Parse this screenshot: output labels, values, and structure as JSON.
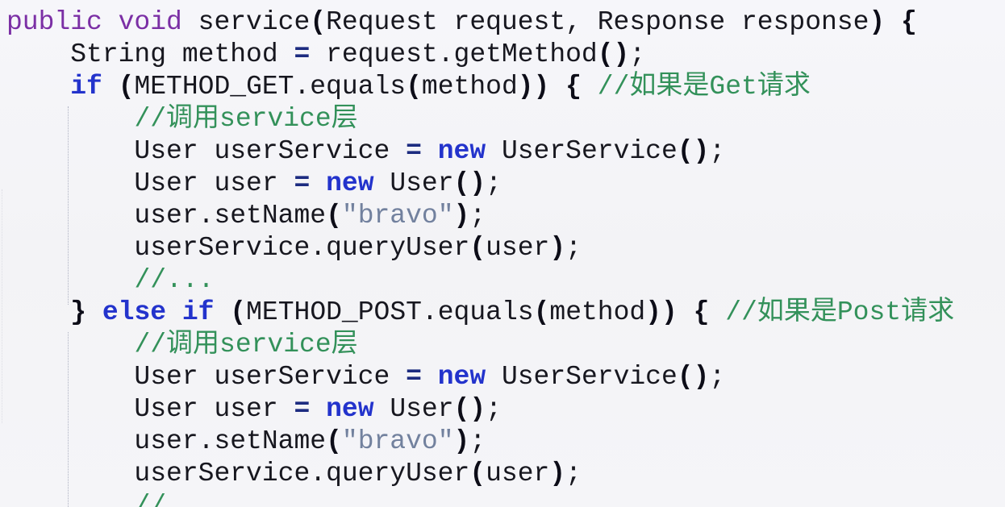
{
  "editor": {
    "language": "java",
    "background": "#f4f4f7",
    "colors": {
      "plain": "#17171f",
      "kw1": "#7b2fa5",
      "kw2": "#2333cc",
      "op": "#1c2b80",
      "brk": "#0d0d18",
      "str": "#72819e",
      "com": "#33915a"
    },
    "lines": [
      {
        "tokens": [
          {
            "t": "public void",
            "c": "kw1"
          },
          {
            "t": " service",
            "c": "plain"
          },
          {
            "t": "(",
            "c": "brk"
          },
          {
            "t": "Request request, Response response",
            "c": "plain"
          },
          {
            "t": ")",
            "c": "brk"
          },
          {
            "t": " ",
            "c": "plain"
          },
          {
            "t": "{",
            "c": "brk"
          }
        ]
      },
      {
        "tokens": [
          {
            "t": "    String method ",
            "c": "plain"
          },
          {
            "t": "=",
            "c": "op"
          },
          {
            "t": " request.getMethod",
            "c": "plain"
          },
          {
            "t": "()",
            "c": "brk"
          },
          {
            "t": ";",
            "c": "plain"
          }
        ]
      },
      {
        "tokens": [
          {
            "t": "    ",
            "c": "plain"
          },
          {
            "t": "if",
            "c": "kw2"
          },
          {
            "t": " ",
            "c": "plain"
          },
          {
            "t": "(",
            "c": "brk"
          },
          {
            "t": "METHOD_GET.equals",
            "c": "plain"
          },
          {
            "t": "(",
            "c": "brk"
          },
          {
            "t": "method",
            "c": "plain"
          },
          {
            "t": "))",
            "c": "brk"
          },
          {
            "t": " ",
            "c": "plain"
          },
          {
            "t": "{",
            "c": "brk"
          },
          {
            "t": " ",
            "c": "plain"
          },
          {
            "t": "//如果是Get请求",
            "c": "com"
          }
        ]
      },
      {
        "tokens": [
          {
            "t": "        ",
            "c": "plain"
          },
          {
            "t": "//调用service层",
            "c": "com"
          }
        ]
      },
      {
        "tokens": [
          {
            "t": "        User userService ",
            "c": "plain"
          },
          {
            "t": "=",
            "c": "op"
          },
          {
            "t": " ",
            "c": "plain"
          },
          {
            "t": "new",
            "c": "kw2"
          },
          {
            "t": " UserService",
            "c": "plain"
          },
          {
            "t": "()",
            "c": "brk"
          },
          {
            "t": ";",
            "c": "plain"
          }
        ]
      },
      {
        "tokens": [
          {
            "t": "        User user ",
            "c": "plain"
          },
          {
            "t": "=",
            "c": "op"
          },
          {
            "t": " ",
            "c": "plain"
          },
          {
            "t": "new",
            "c": "kw2"
          },
          {
            "t": " User",
            "c": "plain"
          },
          {
            "t": "()",
            "c": "brk"
          },
          {
            "t": ";",
            "c": "plain"
          }
        ]
      },
      {
        "tokens": [
          {
            "t": "        user.setName",
            "c": "plain"
          },
          {
            "t": "(",
            "c": "brk"
          },
          {
            "t": "\"bravo\"",
            "c": "str"
          },
          {
            "t": ")",
            "c": "brk"
          },
          {
            "t": ";",
            "c": "plain"
          }
        ]
      },
      {
        "tokens": [
          {
            "t": "        userService.queryUser",
            "c": "plain"
          },
          {
            "t": "(",
            "c": "brk"
          },
          {
            "t": "user",
            "c": "plain"
          },
          {
            "t": ")",
            "c": "brk"
          },
          {
            "t": ";",
            "c": "plain"
          }
        ]
      },
      {
        "tokens": [
          {
            "t": "        ",
            "c": "plain"
          },
          {
            "t": "//...",
            "c": "com"
          }
        ]
      },
      {
        "tokens": [
          {
            "t": "    ",
            "c": "plain"
          },
          {
            "t": "}",
            "c": "brk"
          },
          {
            "t": " ",
            "c": "plain"
          },
          {
            "t": "else",
            "c": "kw2"
          },
          {
            "t": " ",
            "c": "plain"
          },
          {
            "t": "if",
            "c": "kw2"
          },
          {
            "t": " ",
            "c": "plain"
          },
          {
            "t": "(",
            "c": "brk"
          },
          {
            "t": "METHOD_POST.equals",
            "c": "plain"
          },
          {
            "t": "(",
            "c": "brk"
          },
          {
            "t": "method",
            "c": "plain"
          },
          {
            "t": "))",
            "c": "brk"
          },
          {
            "t": " ",
            "c": "plain"
          },
          {
            "t": "{",
            "c": "brk"
          },
          {
            "t": " ",
            "c": "plain"
          },
          {
            "t": "//如果是Post请求",
            "c": "com"
          }
        ]
      },
      {
        "tokens": [
          {
            "t": "        ",
            "c": "plain"
          },
          {
            "t": "//调用service层",
            "c": "com"
          }
        ]
      },
      {
        "tokens": [
          {
            "t": "        User userService ",
            "c": "plain"
          },
          {
            "t": "=",
            "c": "op"
          },
          {
            "t": " ",
            "c": "plain"
          },
          {
            "t": "new",
            "c": "kw2"
          },
          {
            "t": " UserService",
            "c": "plain"
          },
          {
            "t": "()",
            "c": "brk"
          },
          {
            "t": ";",
            "c": "plain"
          }
        ]
      },
      {
        "tokens": [
          {
            "t": "        User user ",
            "c": "plain"
          },
          {
            "t": "=",
            "c": "op"
          },
          {
            "t": " ",
            "c": "plain"
          },
          {
            "t": "new",
            "c": "kw2"
          },
          {
            "t": " User",
            "c": "plain"
          },
          {
            "t": "()",
            "c": "brk"
          },
          {
            "t": ";",
            "c": "plain"
          }
        ]
      },
      {
        "tokens": [
          {
            "t": "        user.setName",
            "c": "plain"
          },
          {
            "t": "(",
            "c": "brk"
          },
          {
            "t": "\"bravo\"",
            "c": "str"
          },
          {
            "t": ")",
            "c": "brk"
          },
          {
            "t": ";",
            "c": "plain"
          }
        ]
      },
      {
        "tokens": [
          {
            "t": "        userService.queryUser",
            "c": "plain"
          },
          {
            "t": "(",
            "c": "brk"
          },
          {
            "t": "user",
            "c": "plain"
          },
          {
            "t": ")",
            "c": "brk"
          },
          {
            "t": ";",
            "c": "plain"
          }
        ]
      },
      {
        "tokens": [
          {
            "t": "        ",
            "c": "plain"
          },
          {
            "t": "//...",
            "c": "com"
          }
        ]
      }
    ]
  }
}
